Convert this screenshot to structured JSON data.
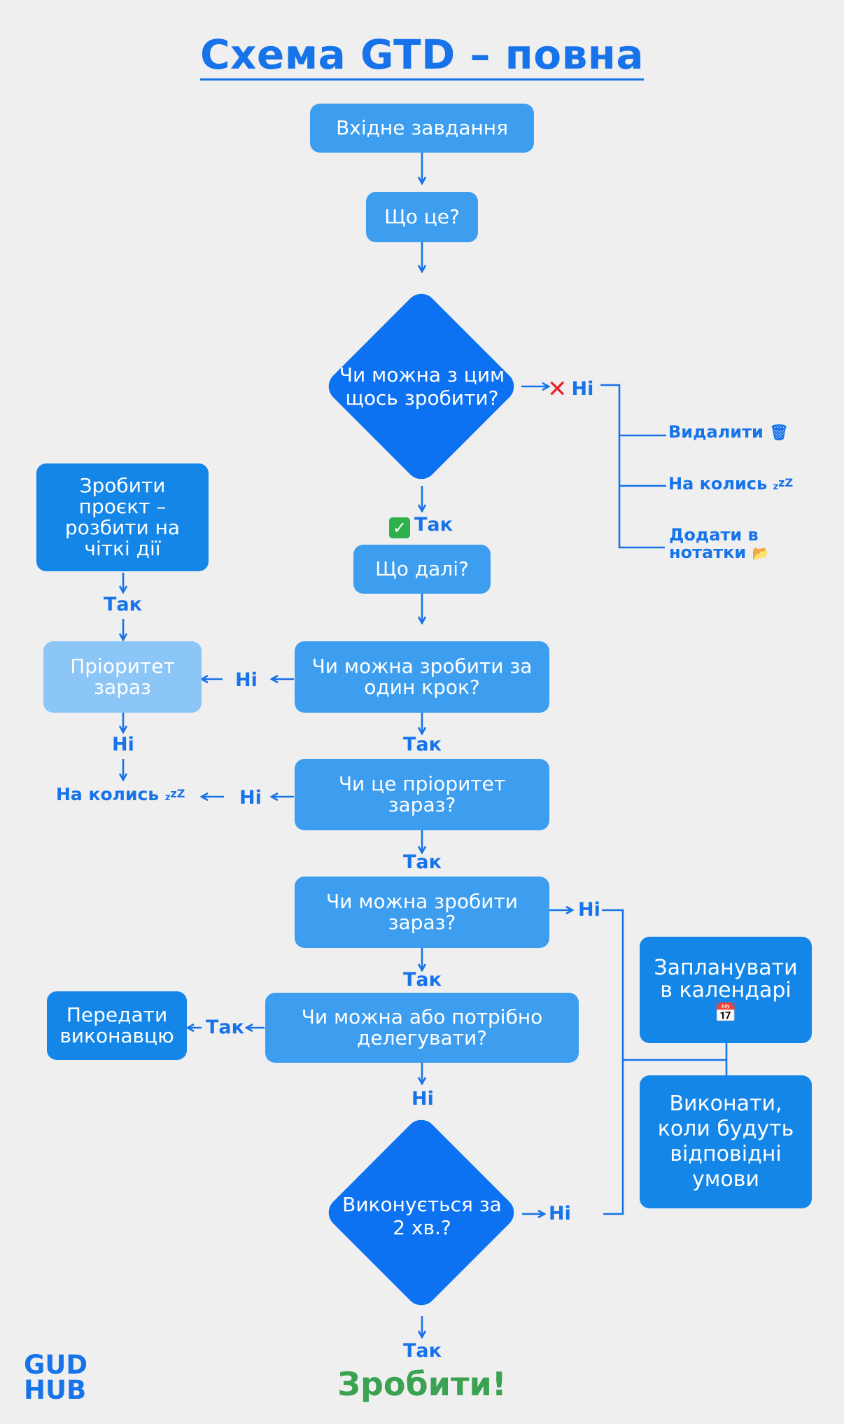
{
  "title": "Схема GTD – повна",
  "nodes": {
    "incoming": "Вхідне завдання",
    "what": "Що це?",
    "can_do": "Чи можна з цим щось зробити?",
    "next": "Що далі?",
    "one_step": "Чи можна зробити за один крок?",
    "priority_q": "Чи це пріоритет зараз?",
    "can_now": "Чи можна зробити зараз?",
    "delegate_q": "Чи можна або потрібно делегувати?",
    "two_min": "Виконується за 2 хв.?",
    "project": "Зробити проєкт – розбити на чіткі дії",
    "priority_now": "Пріоритет зараз",
    "handoff": "Передати виконавцю",
    "schedule": "Запланувати в календарі",
    "conditions": "Виконати, коли будуть відповідні умови"
  },
  "options": {
    "delete": "Видалити",
    "someday": "На колись",
    "notes": "Додати в нотатки",
    "someday_left": "На колись",
    "zz": "zzZ"
  },
  "labels": {
    "yes": "Так",
    "no": "Ні"
  },
  "final": "Зробити!",
  "logo": [
    "GUD",
    "HUB"
  ],
  "icons": {
    "no_mark": "cross-mark-icon",
    "yes_mark": "check-mark-icon",
    "delete": "trash-icon",
    "notes": "folder-icon",
    "calendar": "calendar-icon"
  },
  "colors": {
    "accent": "#1673ea",
    "box_light": "#3d9ef0",
    "box_dark": "#1486e8",
    "box_pale": "#8cc6f7",
    "diamond": "#0c72f2",
    "final_green": "#3aa251",
    "background": "#efefef"
  }
}
